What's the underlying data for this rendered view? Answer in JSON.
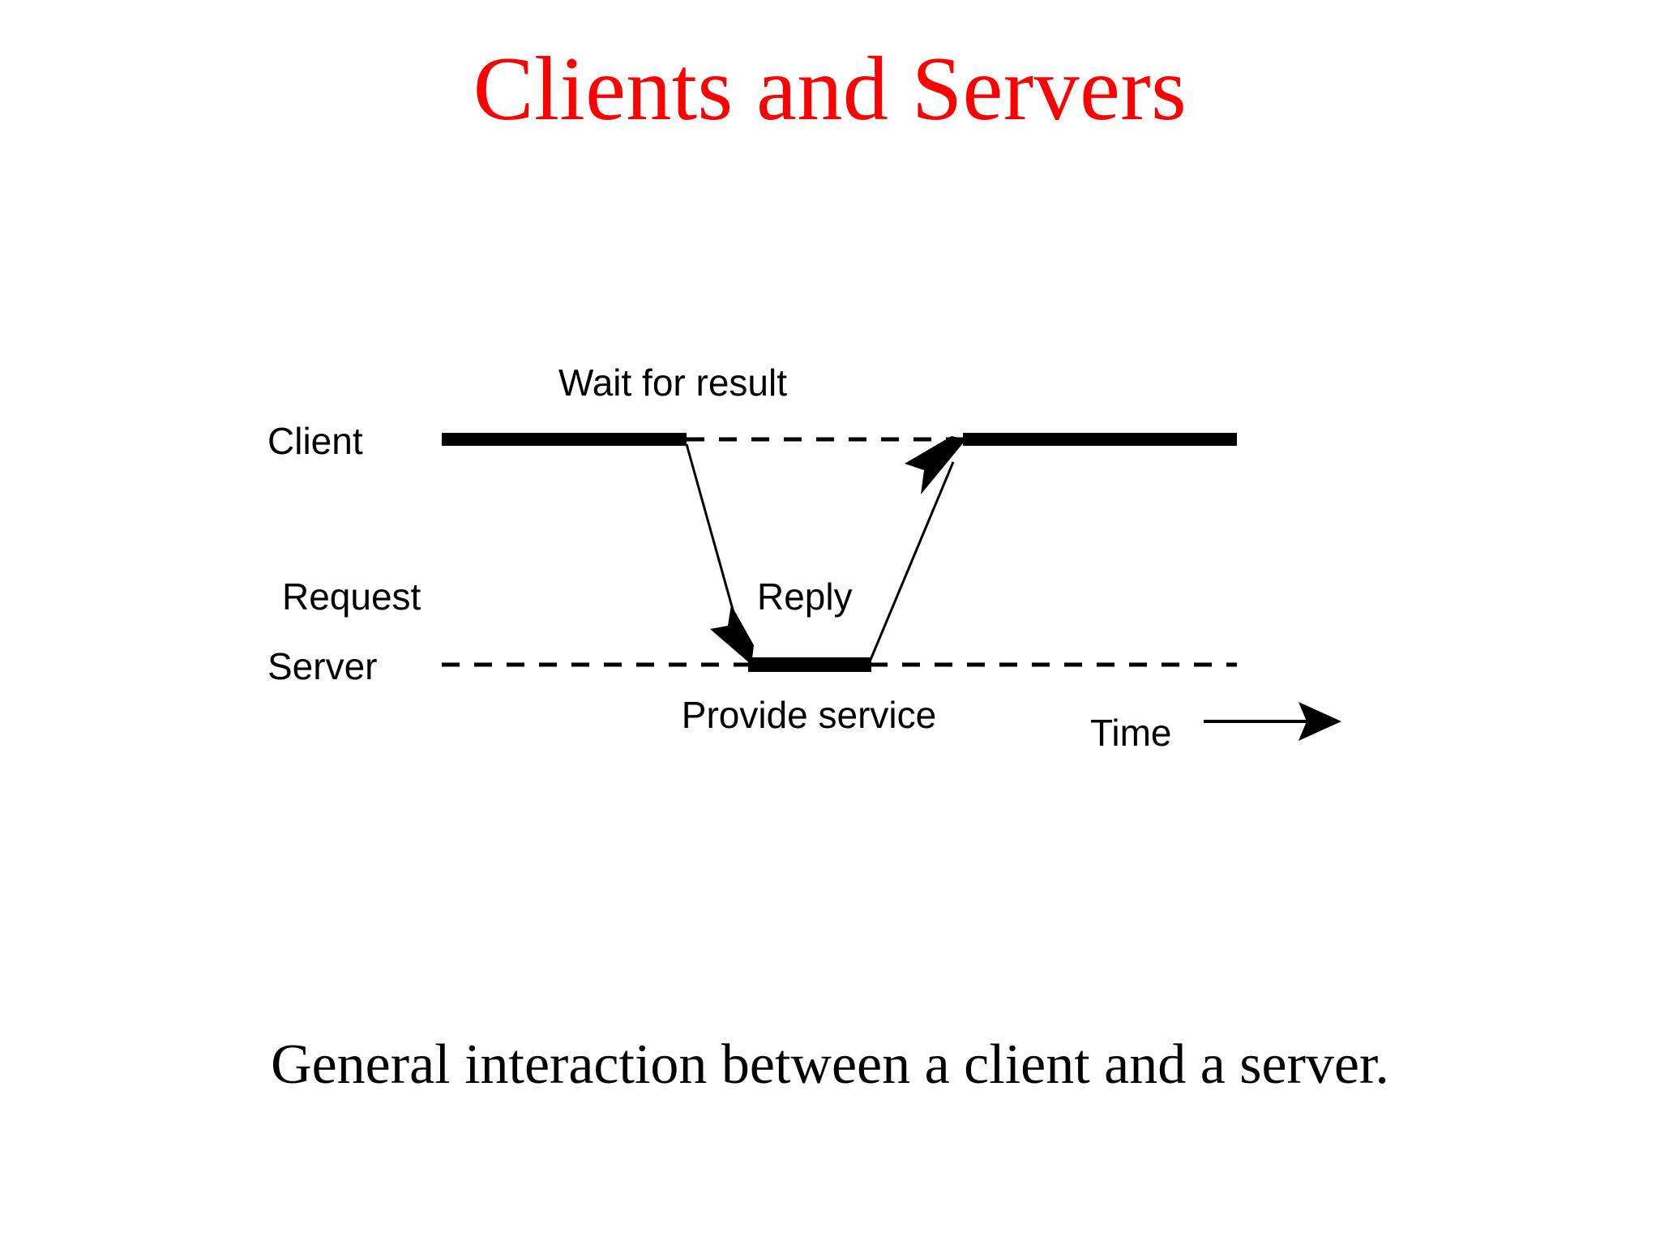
{
  "slide": {
    "title": "Clients and Servers",
    "title_color": "#ff0000",
    "caption": "General interaction between a client and a server.",
    "caption_color": "#000000",
    "background_color": "#ffffff"
  },
  "diagram": {
    "type": "sequence-timeline",
    "line_color": "#000000",
    "actors": [
      {
        "id": "client",
        "label": "Client"
      },
      {
        "id": "server",
        "label": "Server"
      }
    ],
    "annotations": [
      {
        "id": "wait-for-result",
        "label": "Wait for result"
      },
      {
        "id": "request",
        "label": "Request"
      },
      {
        "id": "reply",
        "label": "Reply"
      },
      {
        "id": "provide-service",
        "label": "Provide service"
      },
      {
        "id": "time",
        "label": "Time"
      }
    ],
    "messages": [
      {
        "id": "request",
        "label": "Request",
        "from": "client",
        "to": "server",
        "direction": "down-right"
      },
      {
        "id": "reply",
        "label": "Reply",
        "from": "server",
        "to": "client",
        "direction": "up-right"
      }
    ],
    "activity_bars": [
      {
        "actor": "client",
        "label": "active-before-request",
        "style": "solid-thick"
      },
      {
        "actor": "client",
        "label": "blocked-waiting",
        "style": "dashed"
      },
      {
        "actor": "client",
        "label": "active-after-reply",
        "style": "solid-thick"
      },
      {
        "actor": "server",
        "label": "idle-before",
        "style": "dashed"
      },
      {
        "actor": "server",
        "label": "provide-service",
        "style": "solid-thick"
      },
      {
        "actor": "server",
        "label": "idle-after",
        "style": "dashed"
      }
    ],
    "time_axis": {
      "label": "Time",
      "direction": "left-to-right"
    }
  }
}
